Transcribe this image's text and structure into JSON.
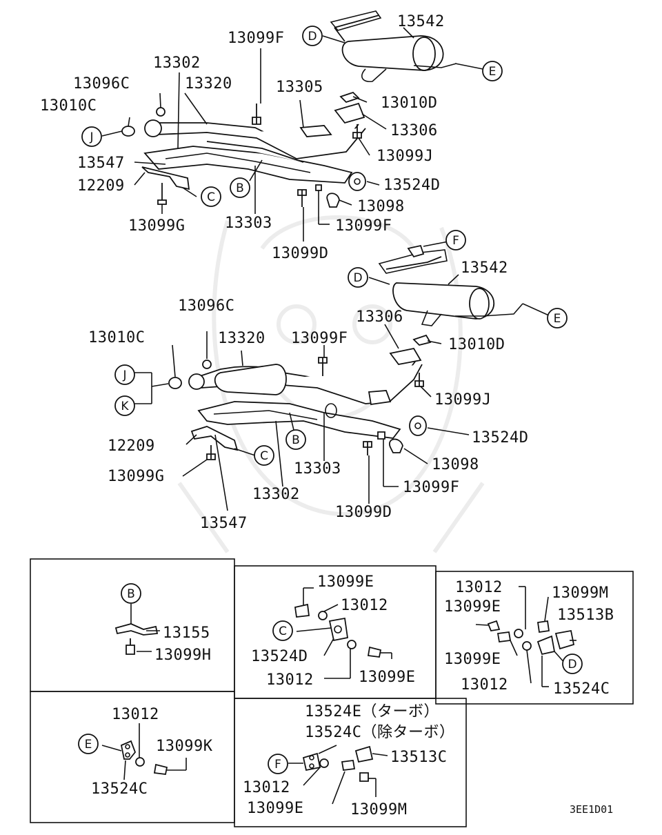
{
  "labels": [
    {
      "id": "t1",
      "text": "13542"
    },
    {
      "id": "t2",
      "text": "13099F"
    },
    {
      "id": "t3",
      "text": "13302"
    },
    {
      "id": "t4",
      "text": "13096C"
    },
    {
      "id": "t5",
      "text": "13320"
    },
    {
      "id": "t6",
      "text": "13305"
    },
    {
      "id": "t7",
      "text": "13010D"
    },
    {
      "id": "t8",
      "text": "13010C"
    },
    {
      "id": "t9",
      "text": "13306"
    },
    {
      "id": "t10",
      "text": "13099J"
    },
    {
      "id": "t11",
      "text": "13547"
    },
    {
      "id": "t12",
      "text": "12209"
    },
    {
      "id": "t13",
      "text": "13524D"
    },
    {
      "id": "t14",
      "text": "13098"
    },
    {
      "id": "t15",
      "text": "13099G"
    },
    {
      "id": "t16",
      "text": "13303"
    },
    {
      "id": "t17",
      "text": "13099F"
    },
    {
      "id": "t18",
      "text": "13099D"
    },
    {
      "id": "t19",
      "text": "13542"
    },
    {
      "id": "t20",
      "text": "13306"
    },
    {
      "id": "t21",
      "text": "13096C"
    },
    {
      "id": "t22",
      "text": "13010D"
    },
    {
      "id": "t23",
      "text": "13010C"
    },
    {
      "id": "t24",
      "text": "13320"
    },
    {
      "id": "t25",
      "text": "13099F"
    },
    {
      "id": "t26",
      "text": "13099J"
    },
    {
      "id": "t27",
      "text": "13524D"
    },
    {
      "id": "t28",
      "text": "12209"
    },
    {
      "id": "t29",
      "text": "13098"
    },
    {
      "id": "t30",
      "text": "13099G"
    },
    {
      "id": "t31",
      "text": "13303"
    },
    {
      "id": "t32",
      "text": "13099F"
    },
    {
      "id": "t33",
      "text": "13302"
    },
    {
      "id": "t34",
      "text": "13099D"
    },
    {
      "id": "t35",
      "text": "13547"
    },
    {
      "id": "t36",
      "text": "13155"
    },
    {
      "id": "t37",
      "text": "13099H"
    },
    {
      "id": "t38",
      "text": "13099E"
    },
    {
      "id": "t39",
      "text": "13012"
    },
    {
      "id": "t40",
      "text": "13524D"
    },
    {
      "id": "t41",
      "text": "13012"
    },
    {
      "id": "t42",
      "text": "13099E"
    },
    {
      "id": "t43",
      "text": "13012"
    },
    {
      "id": "t44",
      "text": "13099M"
    },
    {
      "id": "t45",
      "text": "13099E"
    },
    {
      "id": "t46",
      "text": "13513B"
    },
    {
      "id": "t47",
      "text": "13099E"
    },
    {
      "id": "t48",
      "text": "13012"
    },
    {
      "id": "t49",
      "text": "13524C"
    },
    {
      "id": "t50",
      "text": "13012"
    },
    {
      "id": "t51",
      "text": "13099K"
    },
    {
      "id": "t52",
      "text": "13524C"
    },
    {
      "id": "t53",
      "text": "13524E（ターボ）"
    },
    {
      "id": "t54",
      "text": "13524C（除ターボ）"
    },
    {
      "id": "t55",
      "text": "13513C"
    },
    {
      "id": "t56",
      "text": "13012"
    },
    {
      "id": "t57",
      "text": "13099E"
    },
    {
      "id": "t58",
      "text": "13099M"
    }
  ],
  "callouts": [
    {
      "id": "c1",
      "text": "D"
    },
    {
      "id": "c2",
      "text": "E"
    },
    {
      "id": "c3",
      "text": "J"
    },
    {
      "id": "c4",
      "text": "B"
    },
    {
      "id": "c5",
      "text": "C"
    },
    {
      "id": "c6",
      "text": "F"
    },
    {
      "id": "c7",
      "text": "D"
    },
    {
      "id": "c8",
      "text": "E"
    },
    {
      "id": "c9",
      "text": "J"
    },
    {
      "id": "c10",
      "text": "K"
    },
    {
      "id": "c11",
      "text": "B"
    },
    {
      "id": "c12",
      "text": "C"
    },
    {
      "id": "c13",
      "text": "B"
    },
    {
      "id": "c14",
      "text": "C"
    },
    {
      "id": "c15",
      "text": "D"
    },
    {
      "id": "c16",
      "text": "E"
    },
    {
      "id": "c17",
      "text": "F"
    }
  ],
  "drawing_code": "3EE1D01"
}
